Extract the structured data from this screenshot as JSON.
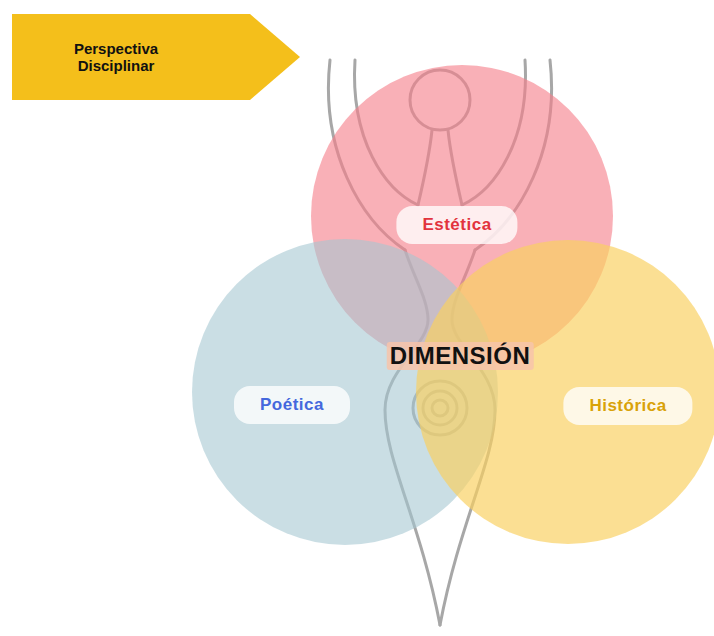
{
  "diagram": {
    "nodes": [
      {
        "text": [
          "Perspectiva Disciplinar"
        ]
      },
      {
        "text": [
          "Estética"
        ]
      },
      {
        "text": [
          "Poética"
        ]
      },
      {
        "text": [
          "Histórica"
        ]
      }
    ],
    "labels": [
      "DIMENSIÓN"
    ]
  }
}
